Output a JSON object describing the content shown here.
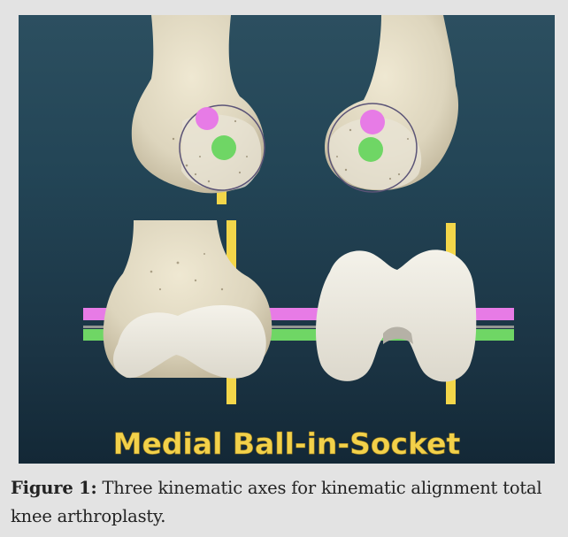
{
  "figure": {
    "banner_text": "Medial Ball-in-Socket",
    "caption_label": "Figure 1:",
    "caption_text": " Three kinematic axes for kinematic alignment total knee arthroplasty.",
    "colors": {
      "background_top": "#2c4f60",
      "background_bottom": "#132836",
      "bone": "#ddd6c0",
      "cartilage": "#ece9df",
      "yellow_axis": "#f3d64a",
      "magenta_axis": "#e77be6",
      "green_axis": "#6fd665",
      "banner_text": "#f2d14a"
    }
  }
}
